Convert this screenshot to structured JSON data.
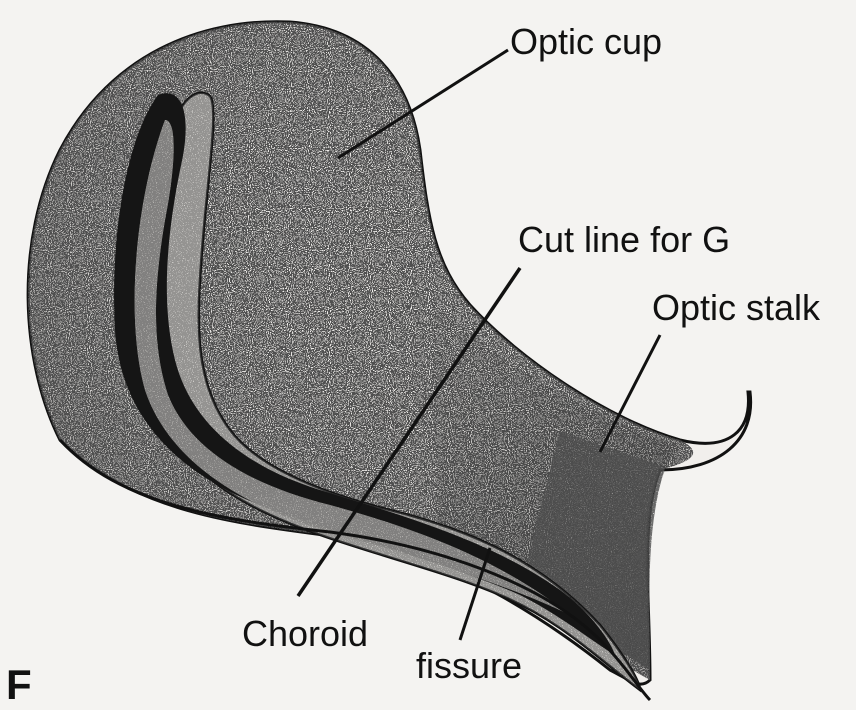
{
  "panel_letter": "F",
  "labels": {
    "optic_cup": "Optic cup",
    "cut_line": "Cut line for G",
    "optic_stalk": "Optic stalk",
    "choroid": "Choroid",
    "fissure": "fissure"
  },
  "colors": {
    "background": "#f4f3f1",
    "ink": "#111111",
    "stipple": "#1a1a1a"
  }
}
